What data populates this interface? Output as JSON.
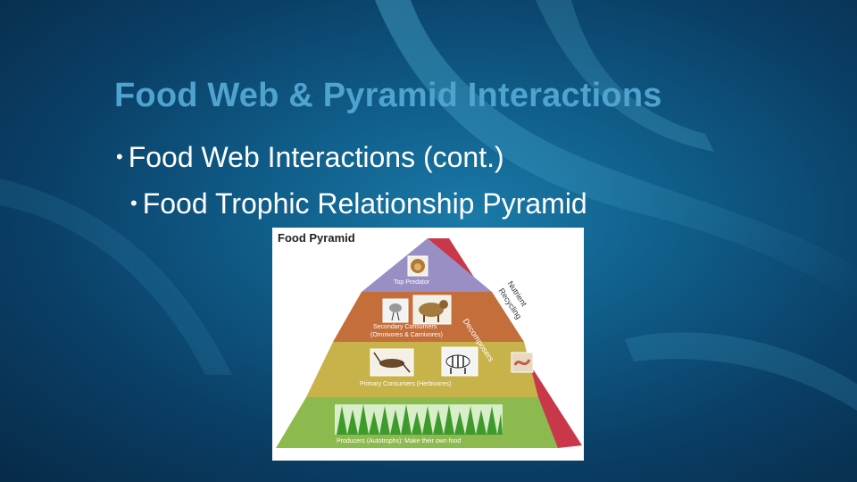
{
  "slide": {
    "title": "Food Web & Pyramid Interactions",
    "bullets": [
      "Food Web Interactions (cont.)",
      "Food Trophic Relationship Pyramid"
    ]
  },
  "pyramid": {
    "title": "Food Pyramid",
    "levels": [
      {
        "label": "Top Predator",
        "color": "#9a8fc4"
      },
      {
        "label": "Secondary Consumers",
        "sublabel": "(Omnivores & Carnivores)",
        "color": "#c46e3c"
      },
      {
        "label": "Primary Consumers (Herbivores)",
        "color": "#c8b24a"
      },
      {
        "label": "Producers (Autotrophs): Make their own food",
        "color": "#8cba4e"
      }
    ],
    "side_band": {
      "label": "Decomposers",
      "color": "#c8384a"
    },
    "side_text": [
      "Nutrient",
      "Recycling"
    ],
    "icons": [
      "lion-icon",
      "bird-icon",
      "hyena-icon",
      "cricket-icon",
      "zebra-icon",
      "worm-icon",
      "grass-icon"
    ]
  },
  "colors": {
    "title": "#4fa3cf",
    "bullet": "#ffffff"
  }
}
